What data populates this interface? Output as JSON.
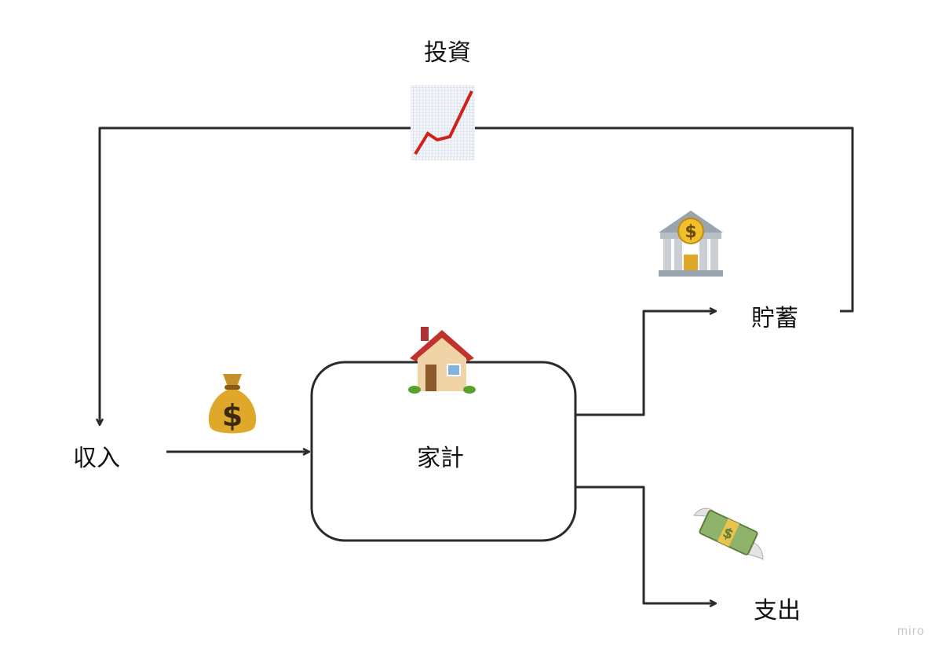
{
  "nodes": {
    "investment": {
      "label": "投資",
      "icon": "chart-increasing-icon"
    },
    "savings": {
      "label": "貯蓄",
      "icon": "bank-icon"
    },
    "income": {
      "label": "収入",
      "icon": "money-bag-icon"
    },
    "household": {
      "label": "家計",
      "icon": "house-icon"
    },
    "expense": {
      "label": "支出",
      "icon": "money-with-wings-icon"
    }
  },
  "watermark": "miro",
  "colors": {
    "line": "#2b2b2b",
    "chart_red": "#d0201a",
    "gold": "#e0a82a"
  }
}
